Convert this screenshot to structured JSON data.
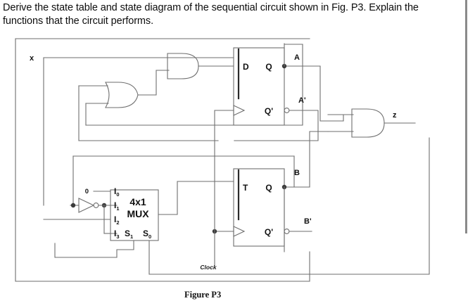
{
  "page": {
    "background_color": "#ffffff",
    "wire_color": "#6e6e6e",
    "label_color": "#111111",
    "scrollbar_color": "#8a8a8a"
  },
  "question": {
    "text": "Derive the state table and state diagram of the sequential circuit shown in Fig. P3. Explain the functions that the circuit performs."
  },
  "figure": {
    "caption": "Figure P3",
    "clock_label": "Clock",
    "inputs": {
      "x": "x"
    },
    "outputs": {
      "z": "z"
    },
    "constants": {
      "zero": "0"
    },
    "mux": {
      "title_line1": "4x1",
      "title_line2": "MUX",
      "data_inputs": [
        {
          "name": "I0",
          "letter": "I",
          "sub": "0"
        },
        {
          "name": "I1",
          "letter": "I",
          "sub": "1"
        },
        {
          "name": "I2",
          "letter": "I",
          "sub": "2"
        },
        {
          "name": "I3",
          "letter": "I",
          "sub": "3"
        }
      ],
      "select_inputs": [
        {
          "name": "S1",
          "letter": "S",
          "sub": "1"
        },
        {
          "name": "S0",
          "letter": "S",
          "sub": "0"
        }
      ]
    },
    "flipflops": [
      {
        "name": "d-flip-flop",
        "input_label": "D",
        "q_label": "Q",
        "qbar_label": "Q'",
        "q_signal": "A",
        "qbar_signal": "A'"
      },
      {
        "name": "t-flip-flop",
        "input_label": "T",
        "q_label": "Q",
        "qbar_label": "Q'",
        "q_signal": "B",
        "qbar_signal": "B'"
      }
    ],
    "gates": [
      {
        "name": "or-gate",
        "type": "OR"
      },
      {
        "name": "and-gate-input",
        "type": "AND"
      },
      {
        "name": "and-gate-output",
        "type": "AND"
      },
      {
        "name": "inverter",
        "type": "NOT"
      }
    ]
  }
}
